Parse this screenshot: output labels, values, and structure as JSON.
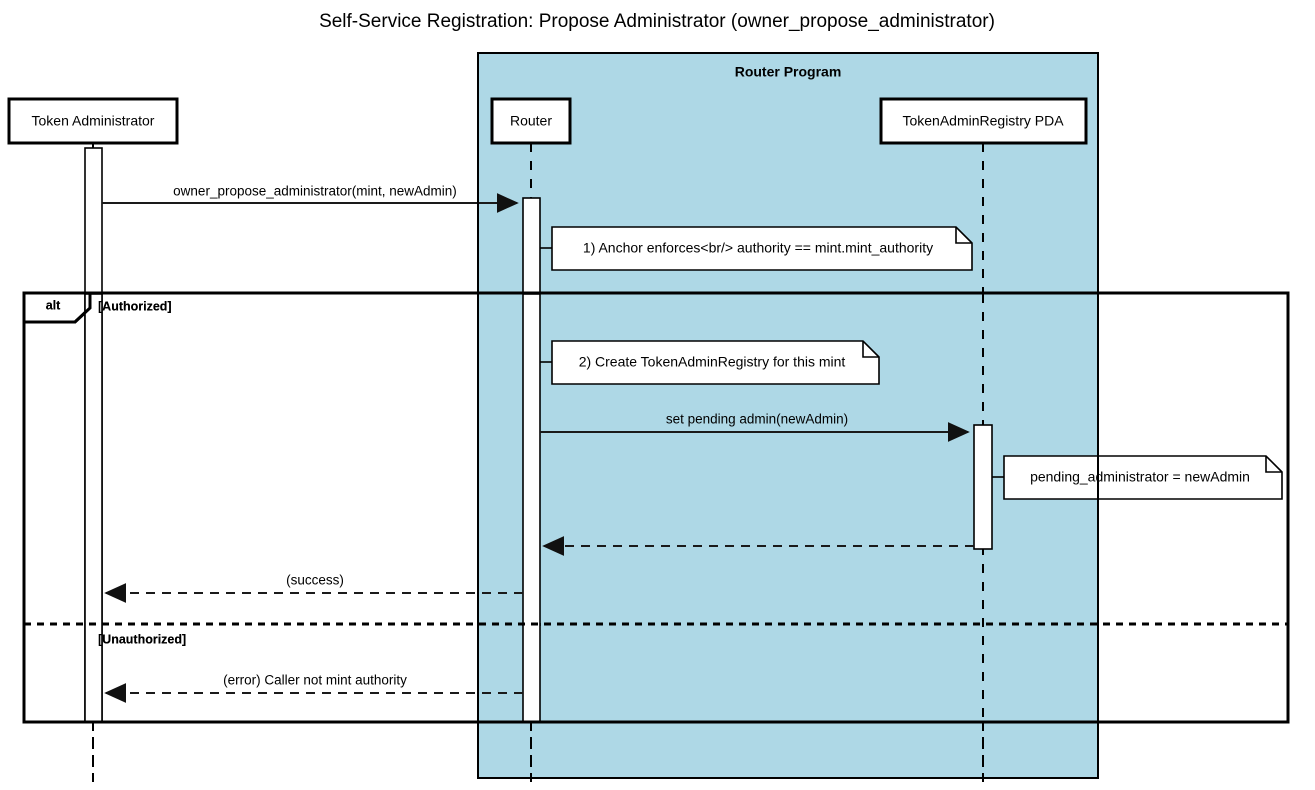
{
  "title": "Self-Service Registration: Propose Administrator (owner_propose_administrator)",
  "diagram_type": "uml-sequence-diagram",
  "colors": {
    "group_background": "#aed8e6",
    "participant_fill": "#ffffff",
    "note_fill": "#ffffff",
    "line": "#000000"
  },
  "group": {
    "label": "Router Program"
  },
  "participants": [
    {
      "id": "token-administrator",
      "label": "Token Administrator",
      "inside_group": false
    },
    {
      "id": "router",
      "label": "Router",
      "inside_group": true
    },
    {
      "id": "token-admin-registry-pda",
      "label": "TokenAdminRegistry PDA",
      "inside_group": true
    }
  ],
  "messages": [
    {
      "id": "msg-propose",
      "label": "owner_propose_administrator(mint, newAdmin)",
      "from": "token-administrator",
      "to": "router",
      "style": "solid",
      "arrow": "filled"
    },
    {
      "id": "msg-set-pending-admin",
      "label": "set pending admin(newAdmin)",
      "from": "router",
      "to": "token-admin-registry-pda",
      "style": "solid",
      "arrow": "filled"
    },
    {
      "id": "msg-pda-return",
      "label": "",
      "from": "token-admin-registry-pda",
      "to": "router",
      "style": "dashed",
      "arrow": "filled"
    },
    {
      "id": "msg-success",
      "label": "(success)",
      "from": "router",
      "to": "token-administrator",
      "style": "dashed",
      "arrow": "filled"
    },
    {
      "id": "msg-error",
      "label": "(error) Caller not mint authority",
      "from": "router",
      "to": "token-administrator",
      "style": "dashed",
      "arrow": "filled"
    }
  ],
  "notes": [
    {
      "id": "note-anchor-enforces",
      "text": "1) Anchor enforces<br/> authority == mint.mint_authority",
      "attached_to": "router",
      "side": "right"
    },
    {
      "id": "note-create-registry",
      "text": "2) Create TokenAdminRegistry for this mint",
      "attached_to": "router",
      "side": "right"
    },
    {
      "id": "note-pending-administrator",
      "text": "pending_administrator = newAdmin",
      "attached_to": "token-admin-registry-pda",
      "side": "right"
    }
  ],
  "fragment": {
    "operator": "alt",
    "sections": [
      {
        "guard": "[Authorized]"
      },
      {
        "guard": "[Unauthorized]"
      }
    ]
  }
}
